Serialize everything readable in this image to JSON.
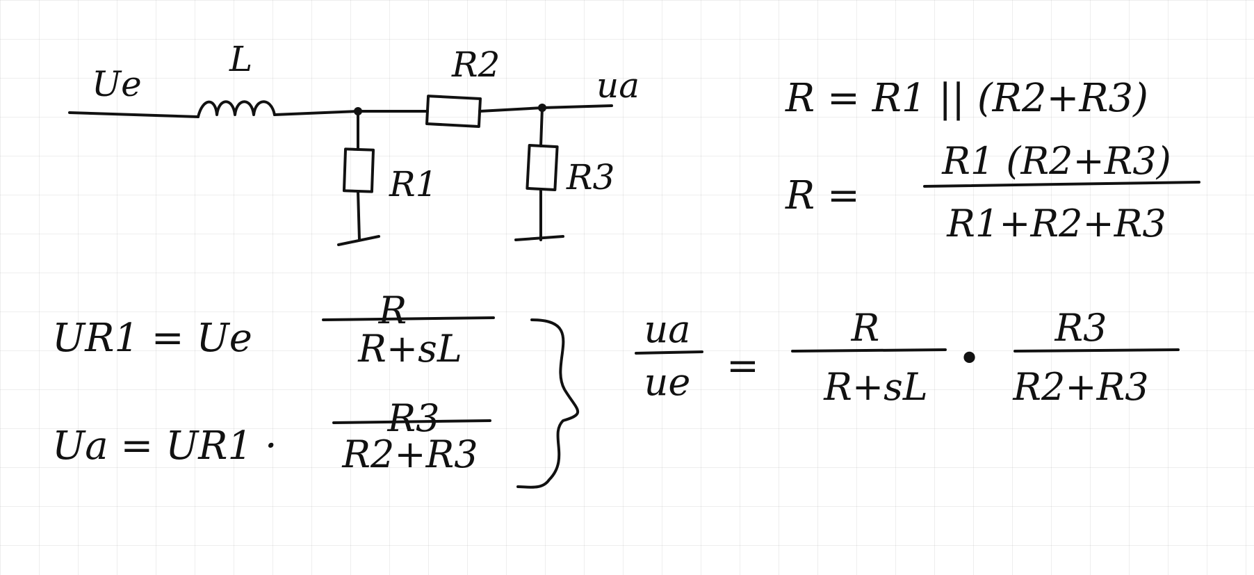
{
  "circuit": {
    "input_label": "Ue",
    "inductor_label": "L",
    "r1_label": "R1",
    "r2_label": "R2",
    "r3_label": "R3",
    "output_label": "ua"
  },
  "equations": {
    "r_parallel": "R = R1 || (R2+R3)",
    "r_lhs": "R =",
    "r_numerator": "R1 (R2+R3)",
    "r_denominator": "R1+R2+R3",
    "ur1_lhs": "UR1 = Ue",
    "ur1_numerator": "R",
    "ur1_denominator": "R+sL",
    "ua_lhs": "Ua = UR1 ·",
    "ua_numerator": "R3",
    "ua_denominator": "R2+R3",
    "tf_lhs_numerator": "ua",
    "tf_lhs_denominator": "ue",
    "tf_equals": "=",
    "tf_frac1_numerator": "R",
    "tf_frac1_denominator": "R+sL",
    "tf_dot": "•",
    "tf_frac2_numerator": "R3",
    "tf_frac2_denominator": "R2+R3"
  }
}
